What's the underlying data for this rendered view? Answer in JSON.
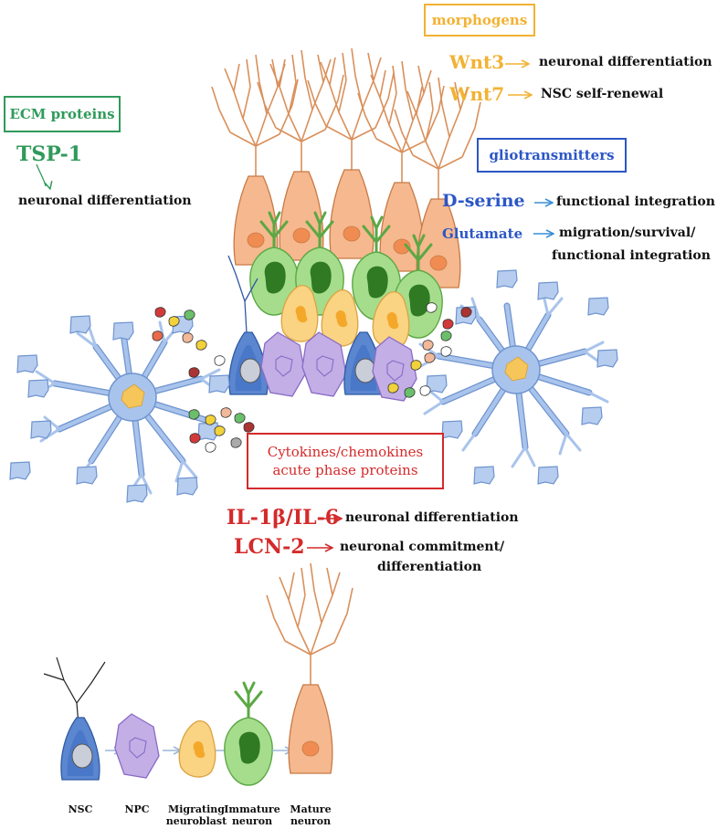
{
  "colors": {
    "ecm": "#2f9a5b",
    "morph": "#f2b233",
    "glio": "#2b56c6",
    "cyto": "#d42a2a",
    "text": "#111111",
    "nsc": "#3f6fc3",
    "npc": "#a98ad6",
    "migrating": "#f4c768",
    "immature": "#7fcf62",
    "mature": "#f1a679",
    "astro": "#8fb1e6"
  },
  "ecm": {
    "title": "ECM proteins",
    "factor": "TSP-1",
    "effect": "neuronal differentiation"
  },
  "morphogens": {
    "title": "morphogens",
    "items": [
      {
        "factor": "Wnt3",
        "effect": "neuronal differentiation"
      },
      {
        "factor": "Wnt7",
        "effect": "NSC self-renewal"
      }
    ]
  },
  "gliotransmitters": {
    "title": "gliotransmitters",
    "items": [
      {
        "factor": "D-serine",
        "effect": "functional integration"
      },
      {
        "factor": "Glutamate",
        "effect_line1": "migration/survival/",
        "effect_line2": "functional integration"
      }
    ]
  },
  "cytokines": {
    "title_line1": "Cytokines/chemokines",
    "title_line2": "acute phase proteins",
    "items": [
      {
        "factor": "IL-1β/IL-6",
        "effect": "neuronal differentiation"
      },
      {
        "factor": "LCN-2",
        "effect_line1": "neuronal commitment/",
        "effect_line2": "differentiation"
      }
    ]
  },
  "legend": [
    {
      "label": "NSC"
    },
    {
      "label": "NPC"
    },
    {
      "label_line1": "Migrating",
      "label_line2": "neuroblast"
    },
    {
      "label_line1": "Immature",
      "label_line2": "neuron"
    },
    {
      "label_line1": "Mature",
      "label_line2": "neuron"
    }
  ]
}
